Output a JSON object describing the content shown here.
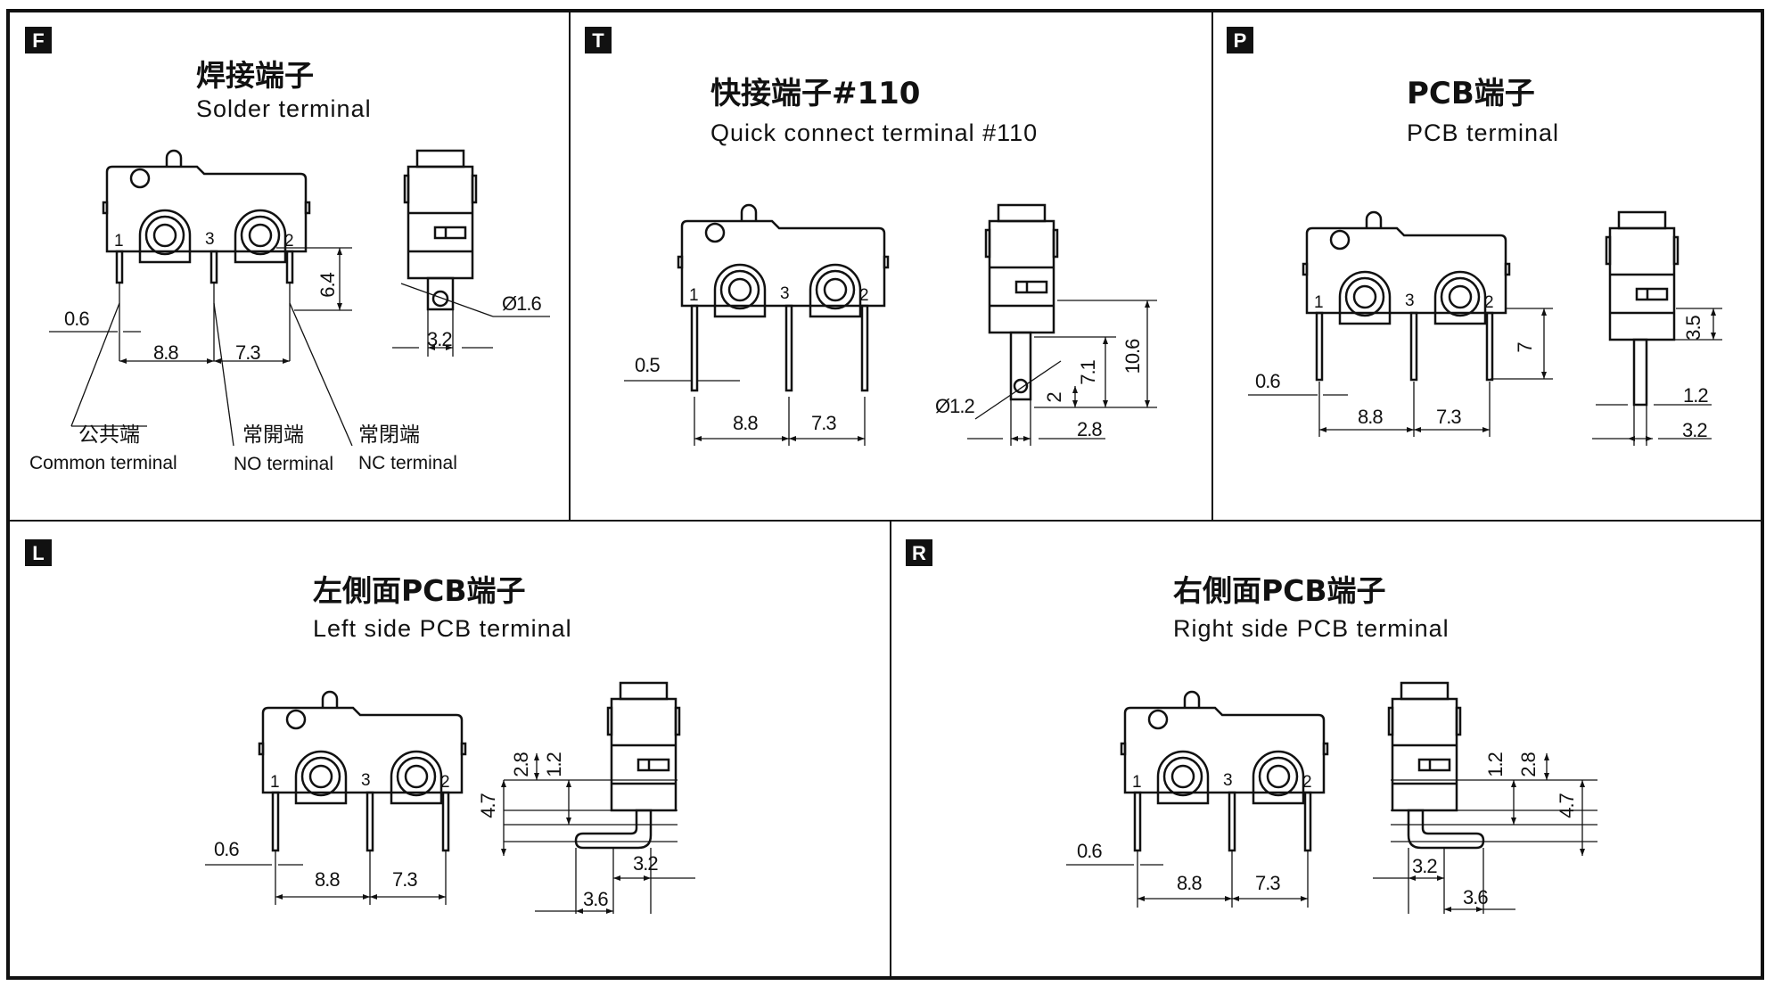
{
  "panels": {
    "F": {
      "badge": "F",
      "title_zh": "焊接端子",
      "title_en": "Solder terminal",
      "d_pitch1": "8.8",
      "d_pitch2": "7.3",
      "d_pin": "0.6",
      "d_height": "6.4",
      "d_hole": "Ø1.6",
      "d_width": "3.2",
      "pin1": "1",
      "pin3": "3",
      "pin2": "2",
      "common_zh": "公共端",
      "common_en": "Common terminal",
      "no_zh": "常開端",
      "no_en": "NO terminal",
      "nc_zh": "常閉端",
      "nc_en": "NC terminal"
    },
    "T": {
      "badge": "T",
      "title_zh": "快接端子#110",
      "title_en": "Quick connect  terminal #110",
      "d_pitch1": "8.8",
      "d_pitch2": "7.3",
      "d_pin": "0.5",
      "d_hole": "Ø1.2",
      "d_len": "10.6",
      "d_mid": "7.1",
      "d_tip": "2",
      "d_width": "2.8",
      "pin1": "1",
      "pin3": "3",
      "pin2": "2"
    },
    "P": {
      "badge": "P",
      "title_zh": "PCB端子",
      "title_en": "PCB  terminal",
      "d_pitch1": "8.8",
      "d_pitch2": "7.3",
      "d_pin": "0.6",
      "d_height": "7",
      "d_side": "3.5",
      "d_thick": "1.2",
      "d_width": "3.2",
      "pin1": "1",
      "pin3": "3",
      "pin2": "2"
    },
    "L": {
      "badge": "L",
      "title_zh": "左側面PCB端子",
      "title_en": "Left side PCB terminal",
      "d_pitch1": "8.8",
      "d_pitch2": "7.3",
      "d_pin": "0.6",
      "d_a": "2.8",
      "d_b": "1.2",
      "d_c": "4.7",
      "d_w1": "3.2",
      "d_w2": "3.6",
      "pin1": "1",
      "pin3": "3",
      "pin2": "2"
    },
    "R": {
      "badge": "R",
      "title_zh": "右側面PCB端子",
      "title_en": "Right  side  PCB  terminal",
      "d_pitch1": "8.8",
      "d_pitch2": "7.3",
      "d_pin": "0.6",
      "d_a": "1.2",
      "d_b": "2.8",
      "d_c": "4.7",
      "d_w1": "3.2",
      "d_w2": "3.6",
      "pin1": "1",
      "pin3": "3",
      "pin2": "2"
    }
  }
}
